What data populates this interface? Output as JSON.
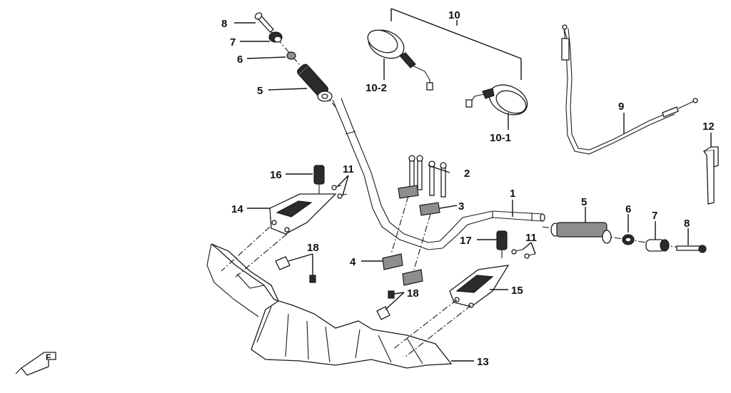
{
  "callouts": {
    "c8_top": "8",
    "c7_top": "7",
    "c6_top": "6",
    "c5_top": "5",
    "c10": "10",
    "c10_2": "10-2",
    "c10_1": "10-1",
    "c9": "9",
    "c12": "12",
    "c16": "16",
    "c11_left": "11",
    "c14": "14",
    "c2": "2",
    "c3": "3",
    "c1": "1",
    "c5_right": "5",
    "c6_right": "6",
    "c7_right": "7",
    "c8_right": "8",
    "c17": "17",
    "c11_right": "11",
    "c18_top": "18",
    "c4": "4",
    "c18_mid": "18",
    "c15": "15",
    "c13": "13"
  },
  "front_marker": "F",
  "colors": {
    "line": "#1a1a1a",
    "background": "#ffffff",
    "shade": "#8e8e8e"
  }
}
